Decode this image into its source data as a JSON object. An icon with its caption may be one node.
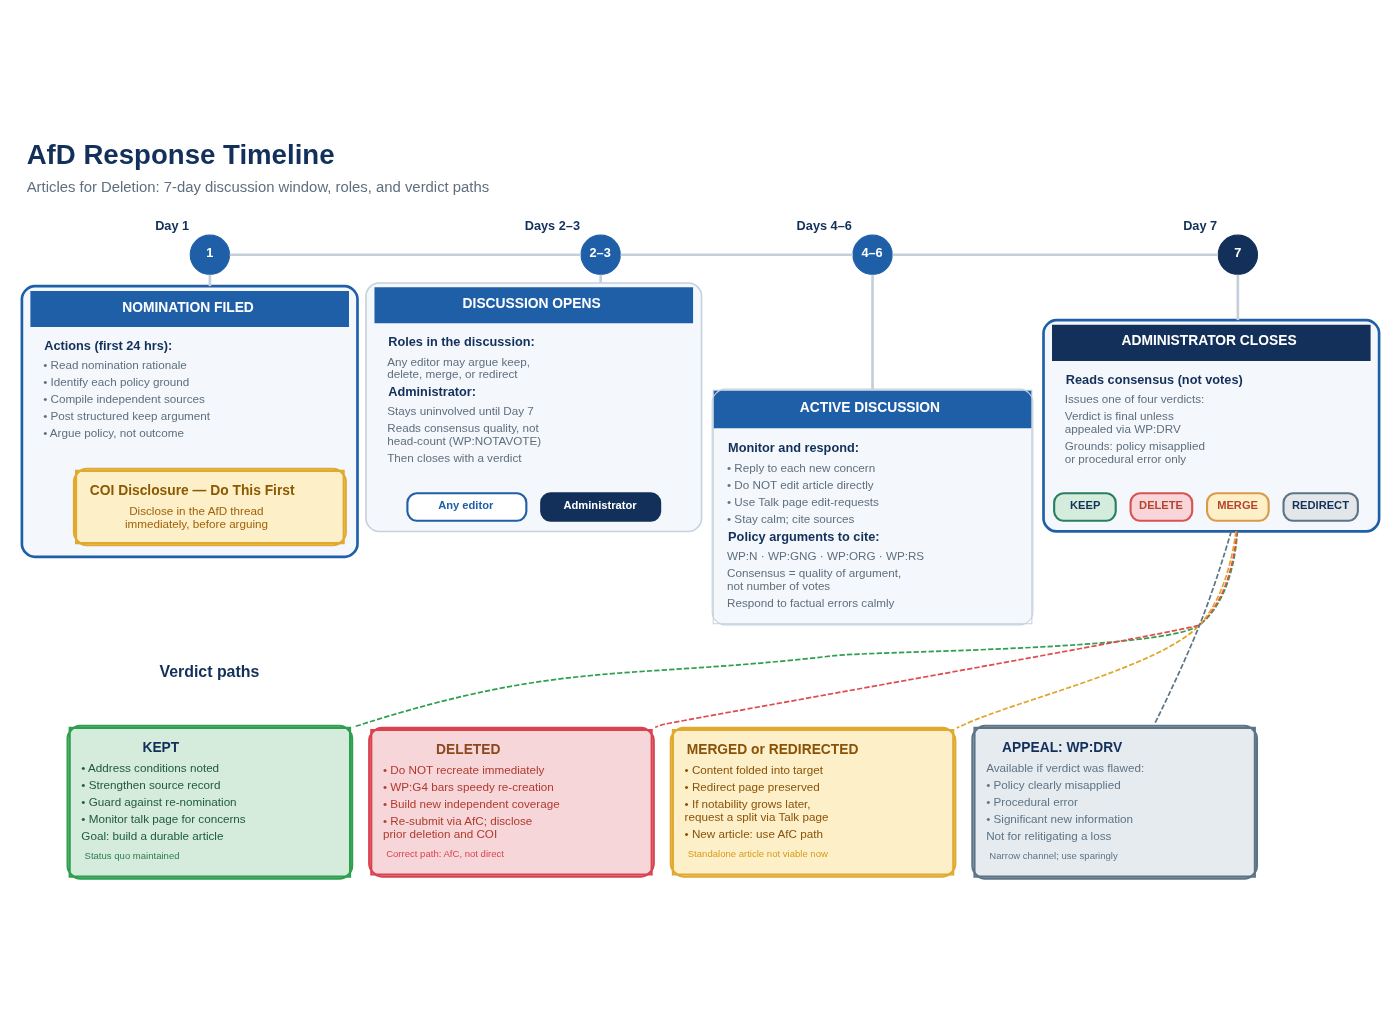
{
  "diagram": {
    "title": "AfD Response Timeline",
    "caption": "Articles for Deletion: 7-day discussion window, roles, and verdict paths",
    "nodes": [
      {
        "text": [
          "1"
        ],
        "beside": [
          "Day 1"
        ]
      },
      {
        "text": [
          "2–3"
        ],
        "beside": [
          "Days 2–3"
        ]
      },
      {
        "text": [
          "4–6"
        ],
        "beside": [
          "Days 4–6"
        ]
      },
      {
        "text": [
          "7"
        ],
        "beside": [
          "Day 7"
        ]
      },
      {
        "text": [
          "NOMINATION FILED",
          "Actions (first 24 hrs):",
          "• Read nomination rationale",
          "• Identify each policy ground",
          "• Compile independent sources",
          "• Post structured keep argument",
          "• Argue policy, not outcome"
        ]
      },
      {
        "text": [
          "COI Disclosure — Do This First",
          "Disclose in the AfD thread immediately, before arguing"
        ],
        "in": 4
      },
      {
        "text": [
          "DISCUSSION OPENS",
          "Roles in the discussion:",
          "Any editor may argue keep, delete, merge, or redirect",
          "Administrator:",
          "Stays uninvolved until Day 7",
          "Reads consensus quality, not head-count (WP:NOTAVOTE)",
          "Then closes with a verdict"
        ]
      },
      {
        "text": [
          "Any editor"
        ],
        "in": 6
      },
      {
        "text": [
          "Administrator"
        ],
        "in": 6
      },
      {
        "text": [
          "ACTIVE DISCUSSION",
          "Monitor and respond:",
          "• Reply to each new concern",
          "• Do NOT edit article directly",
          "• Use Talk page edit-requests",
          "• Stay calm; cite sources",
          "Policy arguments to cite:",
          "WP:N · WP:GNG · WP:ORG · WP:RS",
          "Consensus = quality of argument, not number of votes",
          "Respond to factual errors calmly"
        ]
      },
      {
        "text": [
          "ADMINISTRATOR CLOSES",
          "Reads consensus (not votes)",
          "Issues one of four verdicts:",
          "Verdict is final unless appealed via WP:DRV",
          "Grounds: policy misapplied or procedural error only"
        ]
      },
      {
        "text": [
          "KEEP"
        ],
        "in": 10
      },
      {
        "text": [
          "DELETE"
        ],
        "in": 10
      },
      {
        "text": [
          "MERGE"
        ],
        "in": 10
      },
      {
        "text": [
          "REDIRECT"
        ],
        "in": 10
      },
      {
        "text": [
          "KEPT",
          "• Address conditions noted",
          "• Strengthen source record",
          "• Guard against re-nomination",
          "• Monitor talk page for concerns",
          "Goal: build a durable article",
          "Status quo maintained"
        ]
      },
      {
        "text": [
          "DELETED",
          "• Do NOT recreate immediately",
          "• WP:G4 bars speedy re-creation",
          "• Build new independent coverage",
          "• Re-submit via AfC; disclose prior deletion and COI",
          "Correct path: AfC, not direct"
        ]
      },
      {
        "text": [
          "MERGED or REDIRECTED",
          "• Content folded into target",
          "• Redirect page preserved",
          "• If notability grows later, request a split via Talk page",
          "• New article: use AfC path",
          "Standalone article not viable now"
        ]
      },
      {
        "text": [
          "APPEAL: WP:DRV",
          "Available if verdict was flawed:",
          "• Policy clearly misapplied",
          "• Procedural error",
          "• Significant new information",
          "Not for relitigating a loss",
          "Narrow channel; use sparingly"
        ]
      }
    ],
    "edges": [
      {
        "from": 0,
        "to": 1,
        "arrow": "none"
      },
      {
        "from": 1,
        "to": 2,
        "arrow": "none"
      },
      {
        "from": 2,
        "to": 3,
        "arrow": "none"
      },
      {
        "from": 0,
        "to": 4,
        "arrow": "none"
      },
      {
        "from": 1,
        "to": 6,
        "arrow": "none"
      },
      {
        "from": 2,
        "to": 9,
        "arrow": "none"
      },
      {
        "from": 3,
        "to": 10,
        "arrow": "none"
      },
      {
        "from": 10,
        "to": 15,
        "arrow": "none",
        "style": "dashed",
        "color": "#2e9e4f"
      },
      {
        "from": 10,
        "to": 16,
        "arrow": "none",
        "style": "dashed",
        "color": "#e04b4b"
      },
      {
        "from": 10,
        "to": 17,
        "arrow": "none",
        "style": "dashed",
        "color": "#e0a52a"
      },
      {
        "from": 10,
        "to": 18,
        "arrow": "none",
        "style": "dashed",
        "color": "#5d7486"
      }
    ],
    "labels": [
      "Verdict paths"
    ]
  }
}
